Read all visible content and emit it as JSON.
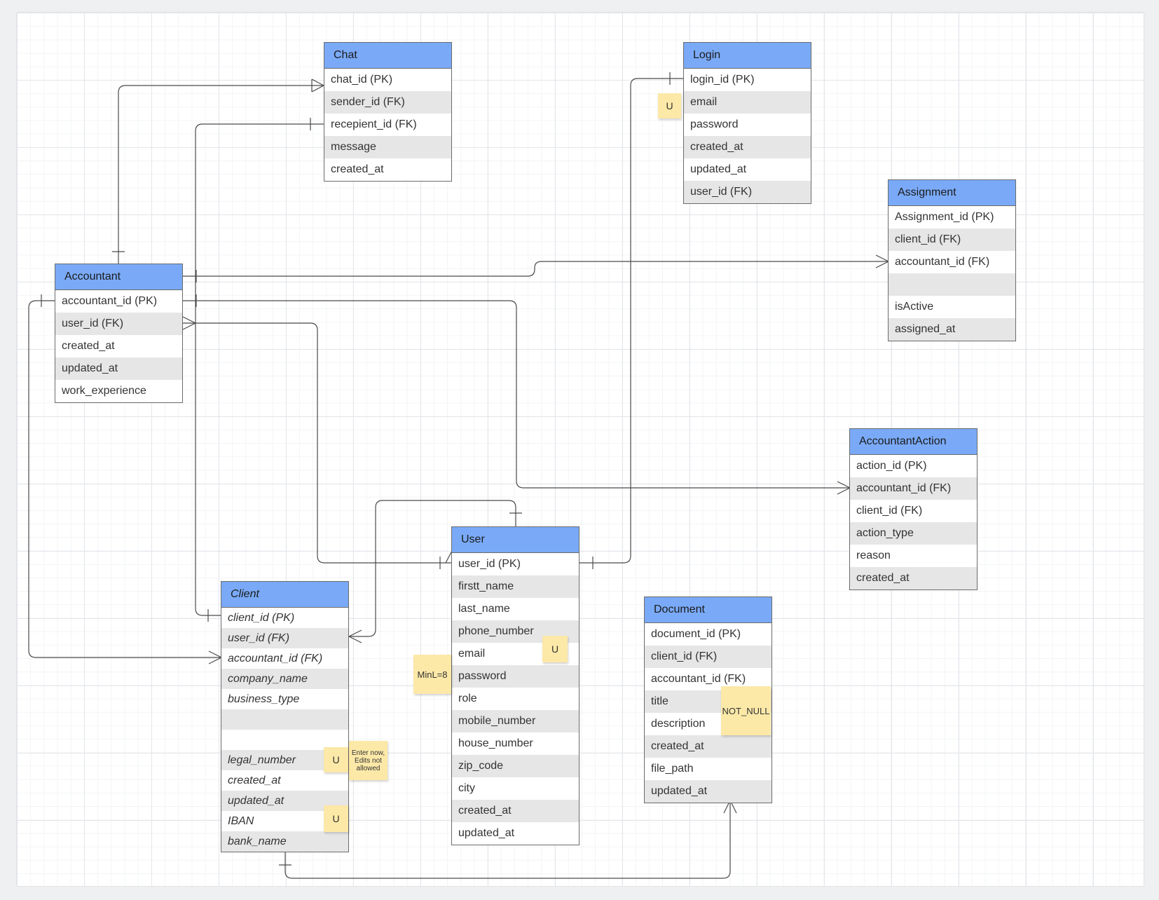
{
  "entities": {
    "chat": {
      "title": "Chat",
      "rows": [
        "chat_id (PK)",
        "sender_id (FK)",
        "recepient_id (FK)",
        "message",
        "created_at"
      ]
    },
    "login": {
      "title": "Login",
      "rows": [
        "login_id (PK)",
        "email",
        "password",
        "created_at",
        "updated_at",
        "user_id (FK)"
      ]
    },
    "assignment": {
      "title": "Assignment",
      "rows": [
        "Assignment_id (PK)",
        "client_id (FK)",
        "accountant_id (FK)",
        "",
        "isActive",
        "assigned_at"
      ]
    },
    "accountant": {
      "title": "Accountant",
      "rows": [
        "accountant_id (PK)",
        "user_id (FK)",
        "created_at",
        "updated_at",
        "work_experience"
      ]
    },
    "accountant_action": {
      "title": "AccountantAction",
      "rows": [
        "action_id (PK)",
        "accountant_id (FK)",
        "client_id (FK)",
        "action_type",
        "reason",
        "created_at"
      ]
    },
    "user": {
      "title": "User",
      "rows": [
        "user_id (PK)",
        "firstt_name",
        "last_name",
        "phone_number",
        "email",
        "password",
        "role",
        "mobile_number",
        "house_number",
        "zip_code",
        "city",
        "created_at",
        "updated_at"
      ]
    },
    "client": {
      "title": "Client",
      "rows": [
        "client_id (PK)",
        "user_id (FK)",
        "accountant_id (FK)",
        "company_name",
        "business_type",
        "",
        "",
        "legal_number",
        "created_at",
        "updated_at",
        "IBAN",
        "bank_name"
      ]
    },
    "document": {
      "title": "Document",
      "rows": [
        "document_id  (PK)",
        "client_id (FK)",
        "accountant_id (FK)",
        "title",
        "description",
        "created_at",
        "file_path",
        "updated_at"
      ]
    }
  },
  "notes": {
    "login_email_unique": "U",
    "user_email_unique": "U",
    "user_password_minlen": "MinL=8",
    "client_legal_unique": "U",
    "client_legal_note": "Enter now, Edits not allowed",
    "client_iban_unique": "U",
    "document_not_null": "NOT_NULL"
  },
  "colors": {
    "header": "#7aaaf7",
    "alt_row": "#e6e6e6",
    "note": "#fce9a8",
    "line": "#4a4a4a"
  }
}
